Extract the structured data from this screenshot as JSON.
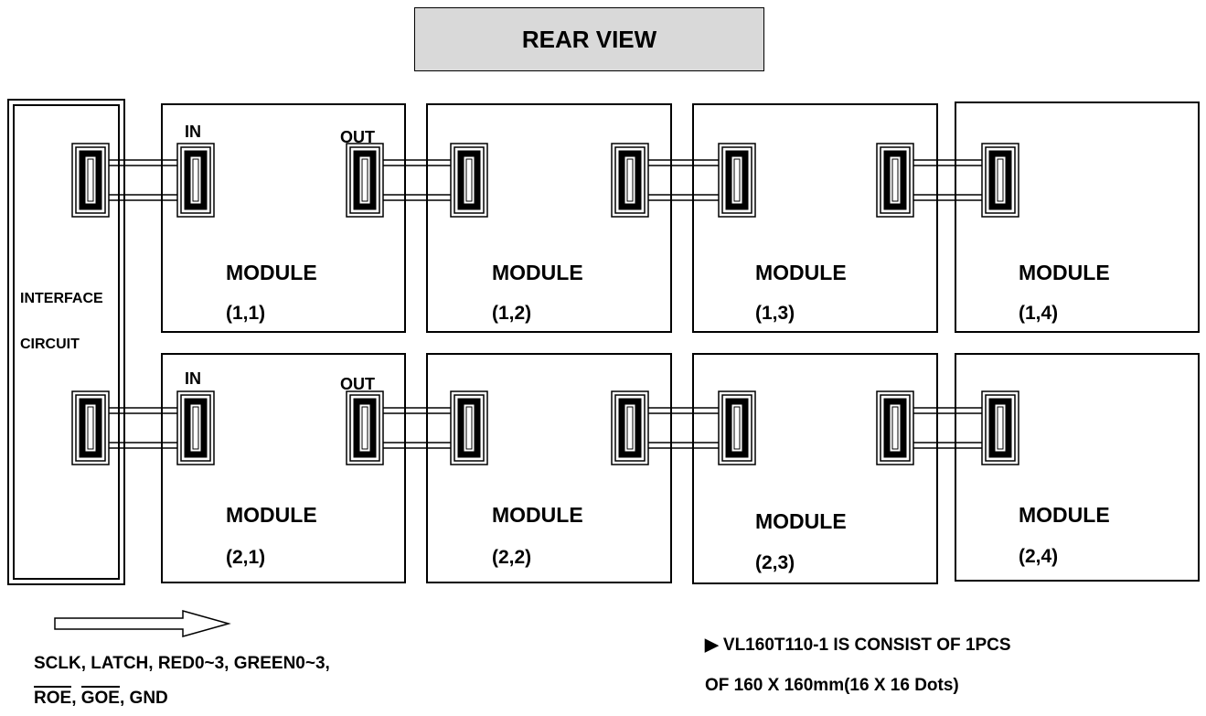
{
  "title": "REAR VIEW",
  "interface": {
    "line1": "INTERFACE",
    "line2": "CIRCUIT"
  },
  "ports": {
    "in": "IN",
    "out": "OUT"
  },
  "modules": [
    {
      "name": "MODULE",
      "index": "(1,1)"
    },
    {
      "name": "MODULE",
      "index": "(1,2)"
    },
    {
      "name": "MODULE",
      "index": "(1,3)"
    },
    {
      "name": "MODULE",
      "index": "(1,4)"
    },
    {
      "name": "MODULE",
      "index": "(2,1)"
    },
    {
      "name": "MODULE",
      "index": "(2,2)"
    },
    {
      "name": "MODULE",
      "index": "(2,3)"
    },
    {
      "name": "MODULE",
      "index": "(2,4)"
    }
  ],
  "signals": {
    "line1_parts": [
      "SCLK",
      ", ",
      "LATCH",
      ", RED0~3, GREEN0~3,"
    ],
    "line2_parts": [
      "ROE",
      ", ",
      "GOE",
      ", GND"
    ]
  },
  "note": {
    "marker": "▶",
    "line1": "VL160T110-1 IS CONSIST OF 1PCS",
    "line2": "OF 160 X 160mm(16 X 16 Dots)"
  }
}
